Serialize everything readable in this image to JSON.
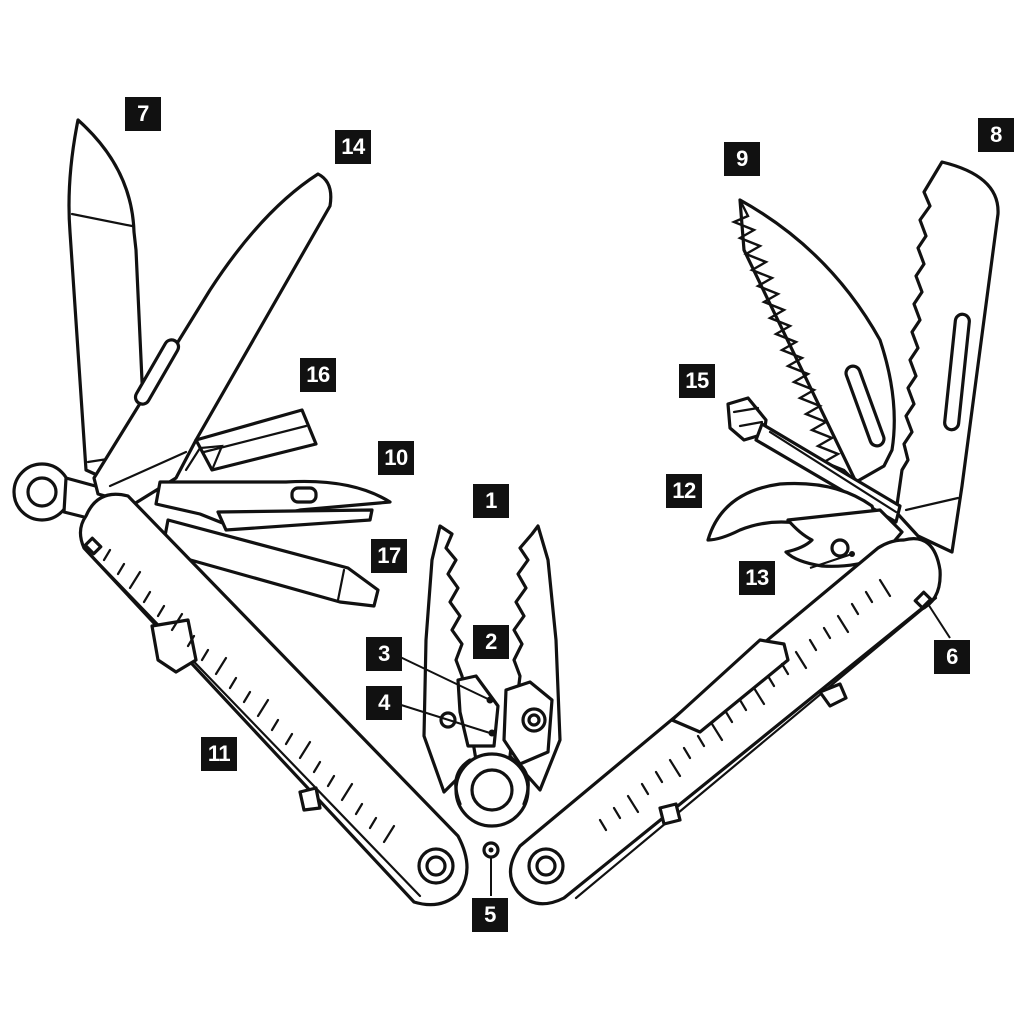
{
  "colors": {
    "line": "#111111",
    "background": "#ffffff",
    "callout_bg": "#111111",
    "callout_text": "#ffffff"
  },
  "callouts": {
    "c1": "1",
    "c2": "2",
    "c3": "3",
    "c4": "4",
    "c5": "5",
    "c6": "6",
    "c7": "7",
    "c8": "8",
    "c9": "9",
    "c10": "10",
    "c11": "11",
    "c12": "12",
    "c13": "13",
    "c14": "14",
    "c15": "15",
    "c16": "16",
    "c17": "17"
  }
}
